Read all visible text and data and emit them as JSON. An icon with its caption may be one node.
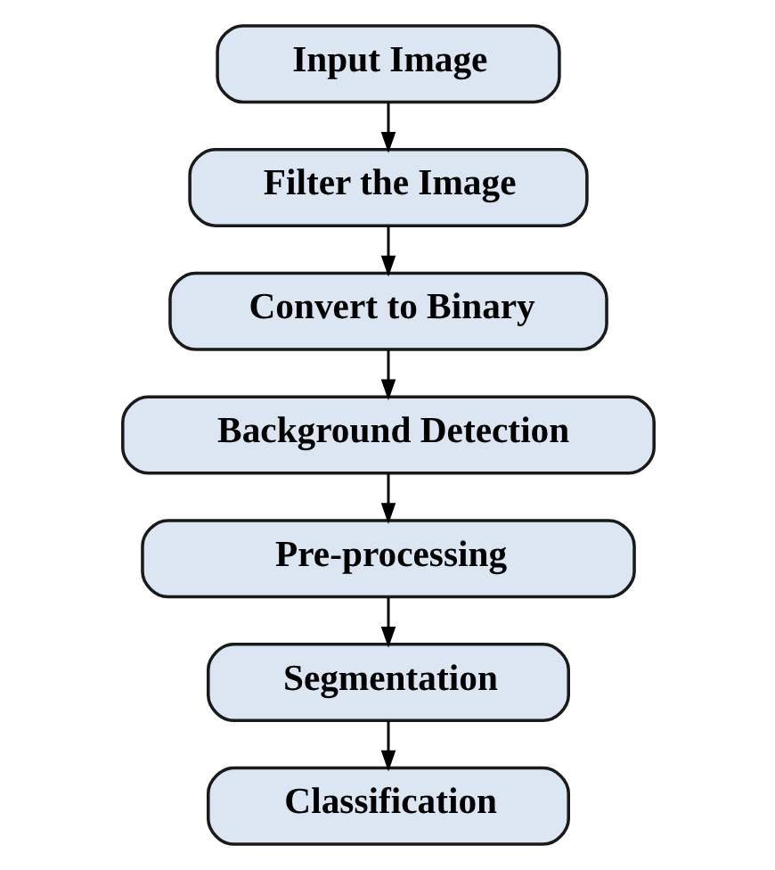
{
  "diagram": {
    "nodes": [
      {
        "text": [
          "Input Image"
        ]
      },
      {
        "text": [
          "Filter the Image"
        ]
      },
      {
        "text": [
          "Convert to Binary"
        ]
      },
      {
        "text": [
          "Background Detection"
        ]
      },
      {
        "text": [
          "Pre-processing"
        ]
      },
      {
        "text": [
          "Segmentation"
        ]
      },
      {
        "text": [
          "Classification"
        ]
      }
    ],
    "edges": [
      {
        "from": 0,
        "to": 1,
        "arrow": "to"
      },
      {
        "from": 1,
        "to": 2,
        "arrow": "to"
      },
      {
        "from": 2,
        "to": 3,
        "arrow": "to"
      },
      {
        "from": 3,
        "to": 4,
        "arrow": "to"
      },
      {
        "from": 4,
        "to": 5,
        "arrow": "to"
      },
      {
        "from": 5,
        "to": 6,
        "arrow": "to"
      }
    ]
  }
}
